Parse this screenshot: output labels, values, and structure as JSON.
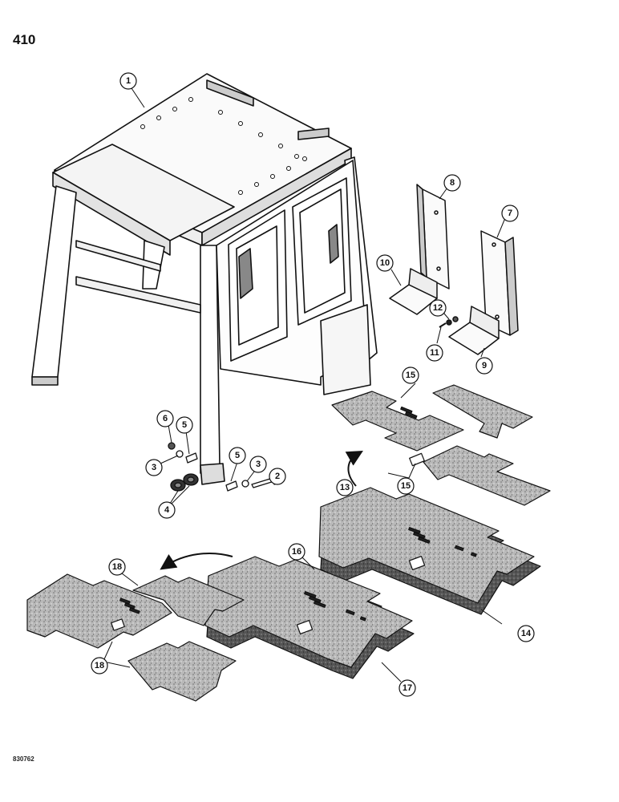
{
  "page_number": "410",
  "figure_code": "830762",
  "callouts": [
    "1",
    "2",
    "3",
    "3",
    "4",
    "5",
    "5",
    "6",
    "7",
    "8",
    "9",
    "10",
    "11",
    "12",
    "13",
    "14",
    "15",
    "15",
    "16",
    "17",
    "18",
    "18"
  ]
}
